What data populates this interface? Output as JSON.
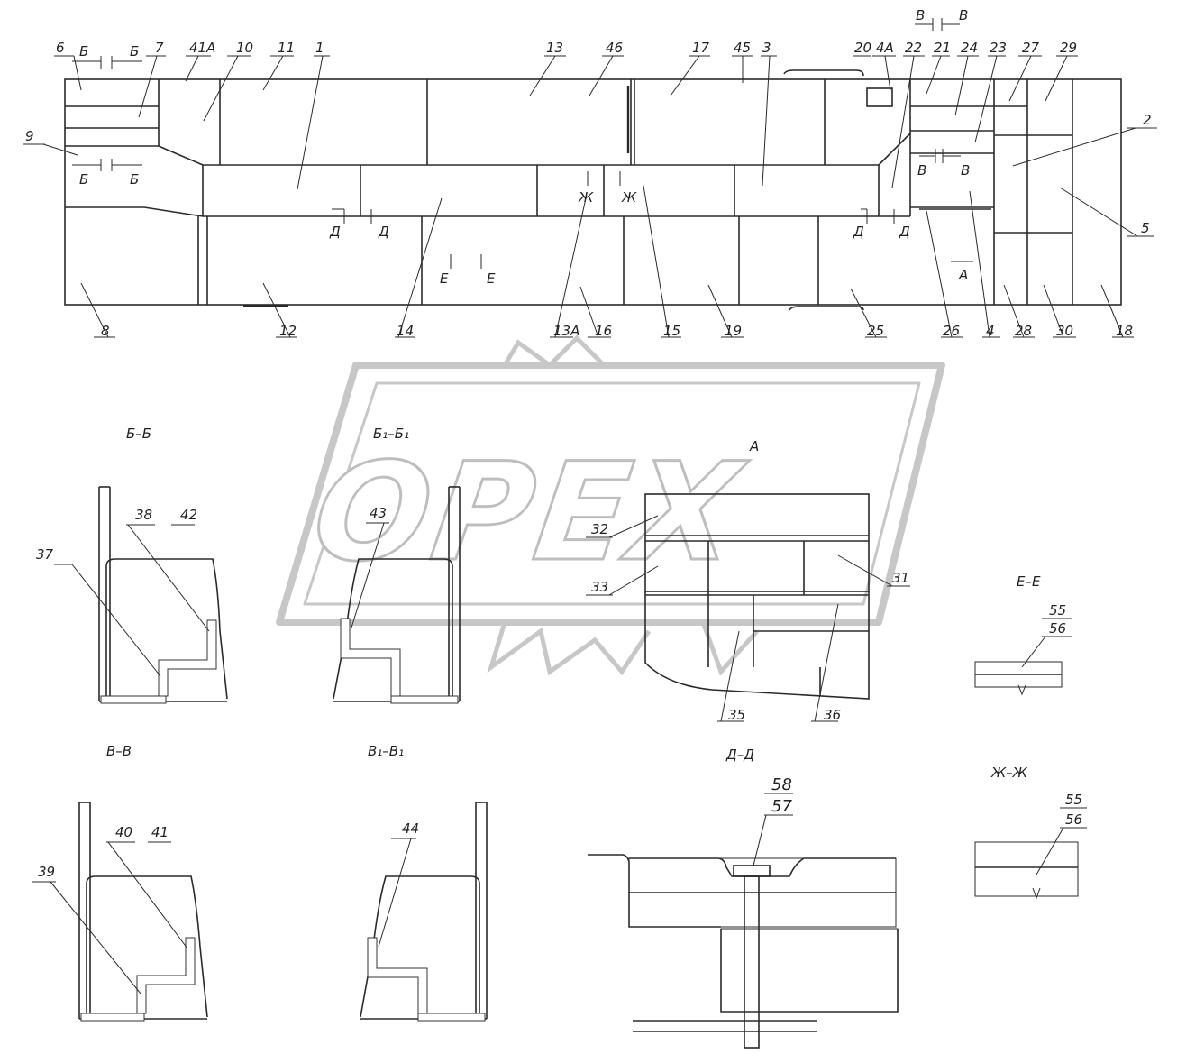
{
  "callouts": {
    "c1": "1",
    "c2": "2",
    "c3": "3",
    "c4": "4",
    "c4A": "4A",
    "c5": "5",
    "c6": "6",
    "c7": "7",
    "c8": "8",
    "c9": "9",
    "c10": "10",
    "c11": "11",
    "c12": "12",
    "c13": "13",
    "c13A": "13A",
    "c14": "14",
    "c15": "15",
    "c16": "16",
    "c17": "17",
    "c18": "18",
    "c19": "19",
    "c20": "20",
    "c21": "21",
    "c22": "22",
    "c23": "23",
    "c24": "24",
    "c25": "25",
    "c26": "26",
    "c27": "27",
    "c28": "28",
    "c29": "29",
    "c30": "30",
    "c31": "31",
    "c32": "32",
    "c33": "33",
    "c35": "35",
    "c36": "36",
    "c37": "37",
    "c38": "38",
    "c39": "39",
    "c40": "40",
    "c41": "41",
    "c41A": "41A",
    "c42": "42",
    "c43": "43",
    "c44": "44",
    "c45": "45",
    "c46": "46",
    "c55": "55",
    "c56": "56",
    "c57": "57",
    "c58": "58"
  },
  "markers": {
    "b": "Б",
    "b1": "Б",
    "v": "В",
    "v1": "В",
    "d": "Д",
    "e": "Е",
    "zh": "Ж",
    "a": "А",
    "sub1": "1"
  },
  "sections": {
    "bb": "Б–Б",
    "b1b1": "Б₁–Б₁",
    "vv": "В–В",
    "v1v1": "В₁–В₁",
    "dd": "Д–Д",
    "ee": "Е–Е",
    "zhzh": "Ж–Ж",
    "view_a": "А"
  },
  "watermark": {
    "text": "OPEX",
    "color": "#9a9a9a"
  },
  "colors": {
    "line": "#2a2a2a",
    "background": "#ffffff"
  }
}
